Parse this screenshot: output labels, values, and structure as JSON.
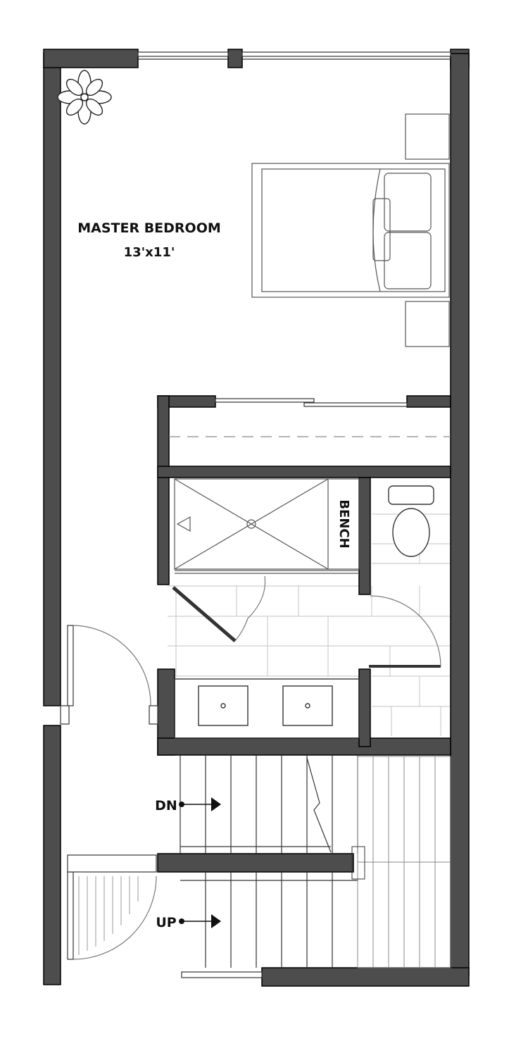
{
  "room": {
    "name": "MASTER BEDROOM",
    "size": "13'x11'"
  },
  "bench_label": "BENCH",
  "stairs": {
    "down_label": "DN",
    "up_label": "UP"
  },
  "colors": {
    "wall_fill": "#4d4d4d",
    "wall_edge": "#000000",
    "thin_line": "#7a7a7a",
    "tile_line": "#c8c8c8"
  },
  "icons": {
    "plant": "plant-icon",
    "arrow": "arrow-right-icon"
  }
}
